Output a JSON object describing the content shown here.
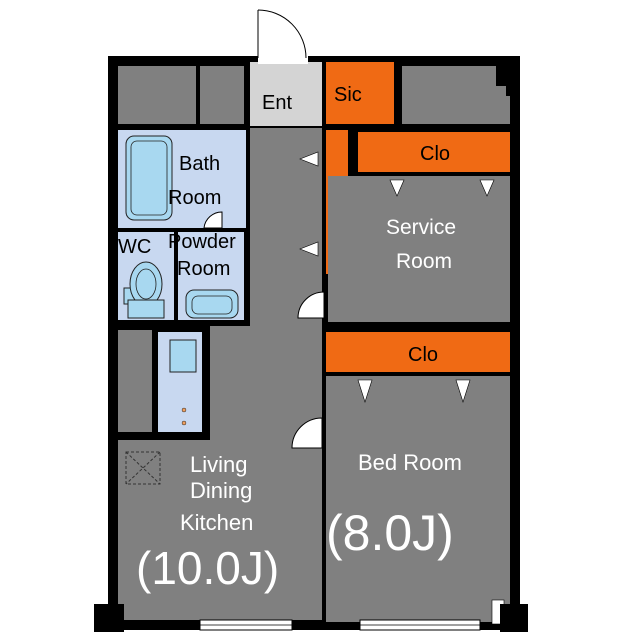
{
  "rooms": {
    "entrance": "Ent",
    "shoe_closet": "Sic",
    "closet_service": "Clo",
    "closet_bed": "Clo",
    "bath_line1": "Bath",
    "bath_line2": "Room",
    "wc": "WC",
    "powder_line1": "Powder",
    "powder_line2": "Room",
    "service_line1": "Service",
    "service_line2": "Room",
    "bed_room": "Bed Room",
    "bed_size": "(8.0J)",
    "ldk_line1": "Living",
    "ldk_line2": "Dining",
    "ldk_line3": "Kitchen",
    "ldk_size": "(10.0J)"
  },
  "colors": {
    "floor": "#808080",
    "wall": "#000000",
    "closet": "#f06a14",
    "wet_area": "#c8d8f0",
    "fixture": "#a8d8f0",
    "text": "#000000",
    "text_on_floor": "#ffffff"
  }
}
